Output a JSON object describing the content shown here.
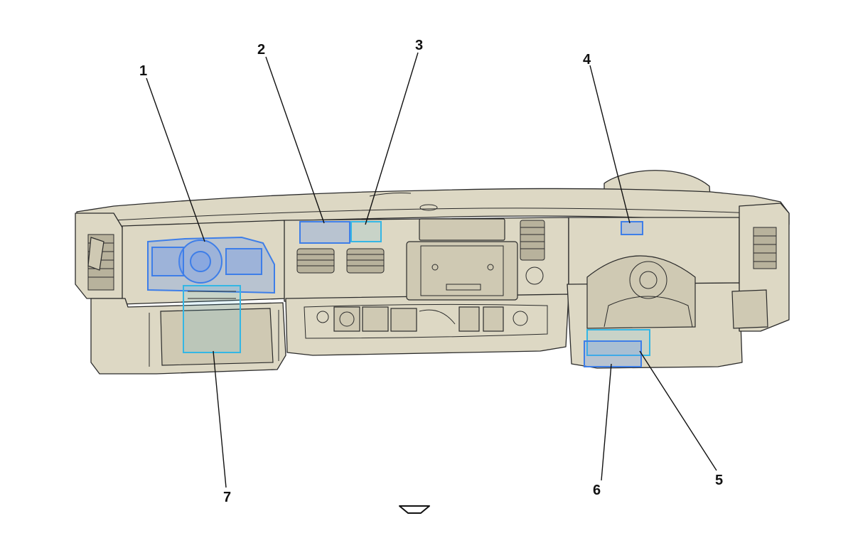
{
  "diagram": {
    "callouts": [
      {
        "id": "1",
        "label": "1"
      },
      {
        "id": "2",
        "label": "2"
      },
      {
        "id": "3",
        "label": "3"
      },
      {
        "id": "4",
        "label": "4"
      },
      {
        "id": "5",
        "label": "5"
      },
      {
        "id": "6",
        "label": "6"
      },
      {
        "id": "7",
        "label": "7"
      }
    ],
    "colors": {
      "dashboard_fill": "#ddd8c4",
      "outline": "#2b2b2b",
      "highlight_blue": "#3e7ee8",
      "highlight_cyan": "#34b6e4",
      "text": "#111111"
    },
    "icons": {
      "orientation_arrow": "forward-direction-arrow-icon"
    }
  }
}
